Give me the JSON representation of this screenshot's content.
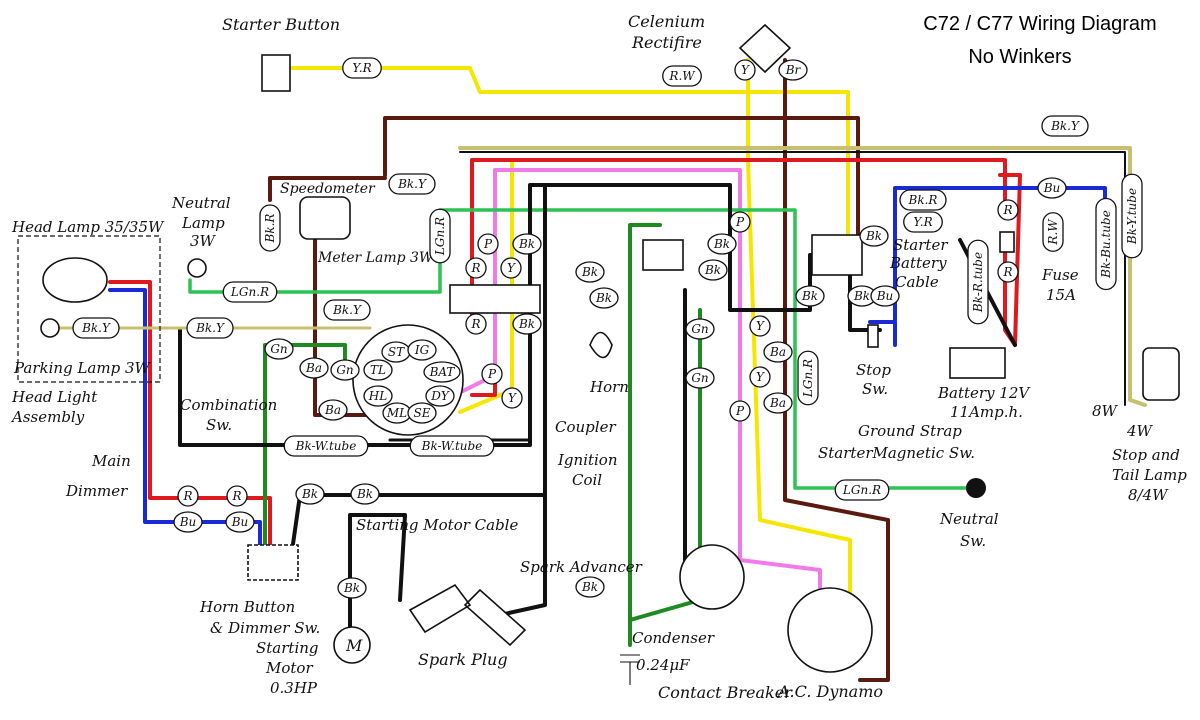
{
  "title": {
    "line1": "C72 / C77 Wiring Diagram",
    "line2": "No Winkers"
  },
  "labels": {
    "starter_button": "Starter Button",
    "celenium_1": "Celenium",
    "celenium_2": "Rectifire",
    "speedometer": "Speedometer",
    "meter_lamp": "Meter Lamp 3W",
    "neutral_lamp_1": "Neutral",
    "neutral_lamp_2": "Lamp",
    "neutral_lamp_3": "3W",
    "head_lamp": "Head Lamp 35/35W",
    "parking_lamp": "Parking Lamp 3W",
    "head_light_1": "Head Light",
    "head_light_2": "Assembly",
    "main": "Main",
    "dimmer": "Dimmer",
    "combination_1": "Combination",
    "combination_2": "Sw.",
    "horn": "Horn",
    "coupler": "Coupler",
    "ignition_1": "Ignition",
    "ignition_2": "Coil",
    "starter_battery_1": "Starter",
    "starter_battery_2": "Battery",
    "starter_battery_3": "Cable",
    "fuse_1": "Fuse",
    "fuse_2": "15A",
    "stop_sw_1": "Stop",
    "stop_sw_2": "Sw.",
    "battery_1": "Battery 12V",
    "battery_2": "11Amp.h.",
    "ground_strap": "Ground Strap",
    "starter_magnetic": "StarterMagnetic Sw.",
    "stop_tail_1": "Stop and",
    "stop_tail_2": "Tail Lamp",
    "stop_tail_3": "8/4W",
    "w8": "8W",
    "w4": "4W",
    "neutral_sw_1": "Neutral",
    "neutral_sw_2": "Sw.",
    "starting_motor_cable": "Starting Motor Cable",
    "horn_button_1": "Horn Button",
    "horn_button_2": "& Dimmer Sw.",
    "starting_motor_1": "Starting",
    "starting_motor_2": "Motor",
    "starting_motor_3": "0.3HP",
    "spark_plug": "Spark Plug",
    "spark_advancer": "Spark Advancer",
    "condenser_1": "Condenser",
    "condenser_2": "0.24μF",
    "contact_breaker": "Contact Breaker",
    "ac_dynamo": "A.C. Dynamo",
    "motor_m": "M"
  },
  "tags": {
    "yr": "Y.R",
    "rw": "R.W",
    "y": "Y",
    "br": "Br",
    "bky": "Bk.Y",
    "bkr": "Bk.R",
    "lgnr": "LGn.R",
    "p": "P",
    "r": "R",
    "bk": "Bk",
    "gn": "Gn",
    "bu": "Bu",
    "ba": "Ba",
    "bk_wtube": "Bk-W.tube",
    "bk_rtube": "Bk-R.tube",
    "bk_bu_tube": "Bk-Bu.tube",
    "bk_ytube": "Bk-Y.tube",
    "st": "ST",
    "tl": "TL",
    "hl": "HL",
    "ml": "ML",
    "ig": "IG",
    "bat": "BAT",
    "dy": "DY",
    "se": "SE"
  },
  "wire_colors": {
    "yellow": "#f5e600",
    "red": "#e0191e",
    "blue": "#1a2bd6",
    "green": "#1f8a1f",
    "light_green": "#2ec255",
    "pink": "#f07ae8",
    "brown": "#5a1a10",
    "black": "#111111",
    "yellow_black": "#c8c070"
  }
}
